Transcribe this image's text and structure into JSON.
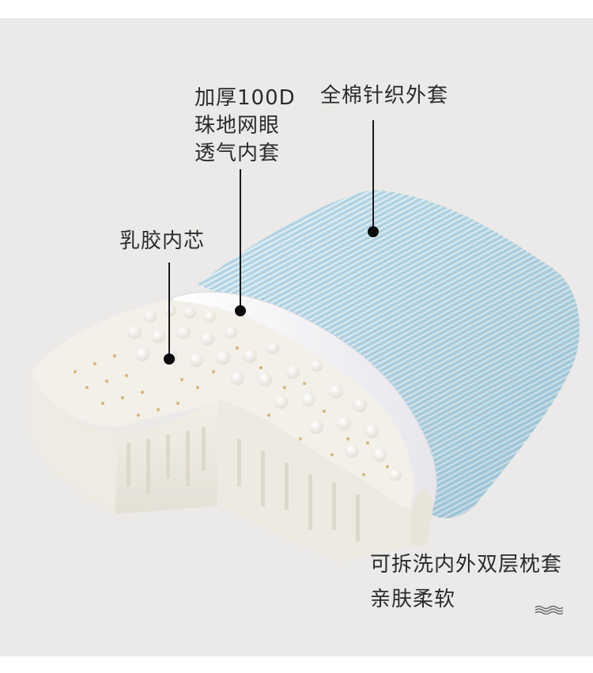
{
  "callouts": {
    "inner_cover": {
      "lines": [
        "加厚100D",
        "珠地网眼",
        "透气内套"
      ]
    },
    "outer_cover": {
      "text": "全棉针织外套"
    },
    "latex_core": {
      "text": "乳胶内芯"
    }
  },
  "caption": {
    "line1": "可拆洗内外双层枕套",
    "line2": "亲肤柔软"
  },
  "icons": {
    "wave": "wave-lines-icon"
  },
  "colors": {
    "background": "#ebeae8",
    "page": "#ffffff",
    "text": "#2b2b2b",
    "leader": "#1a1a1a",
    "latex": "#f4f1ea",
    "latex_shadow": "#dcd8cf",
    "inner_cover": "#f7f7f9",
    "outer_cover": "#a9cfdf",
    "outer_cover_stripe": "#dcecf3",
    "pinhole": "#d9b47c"
  }
}
